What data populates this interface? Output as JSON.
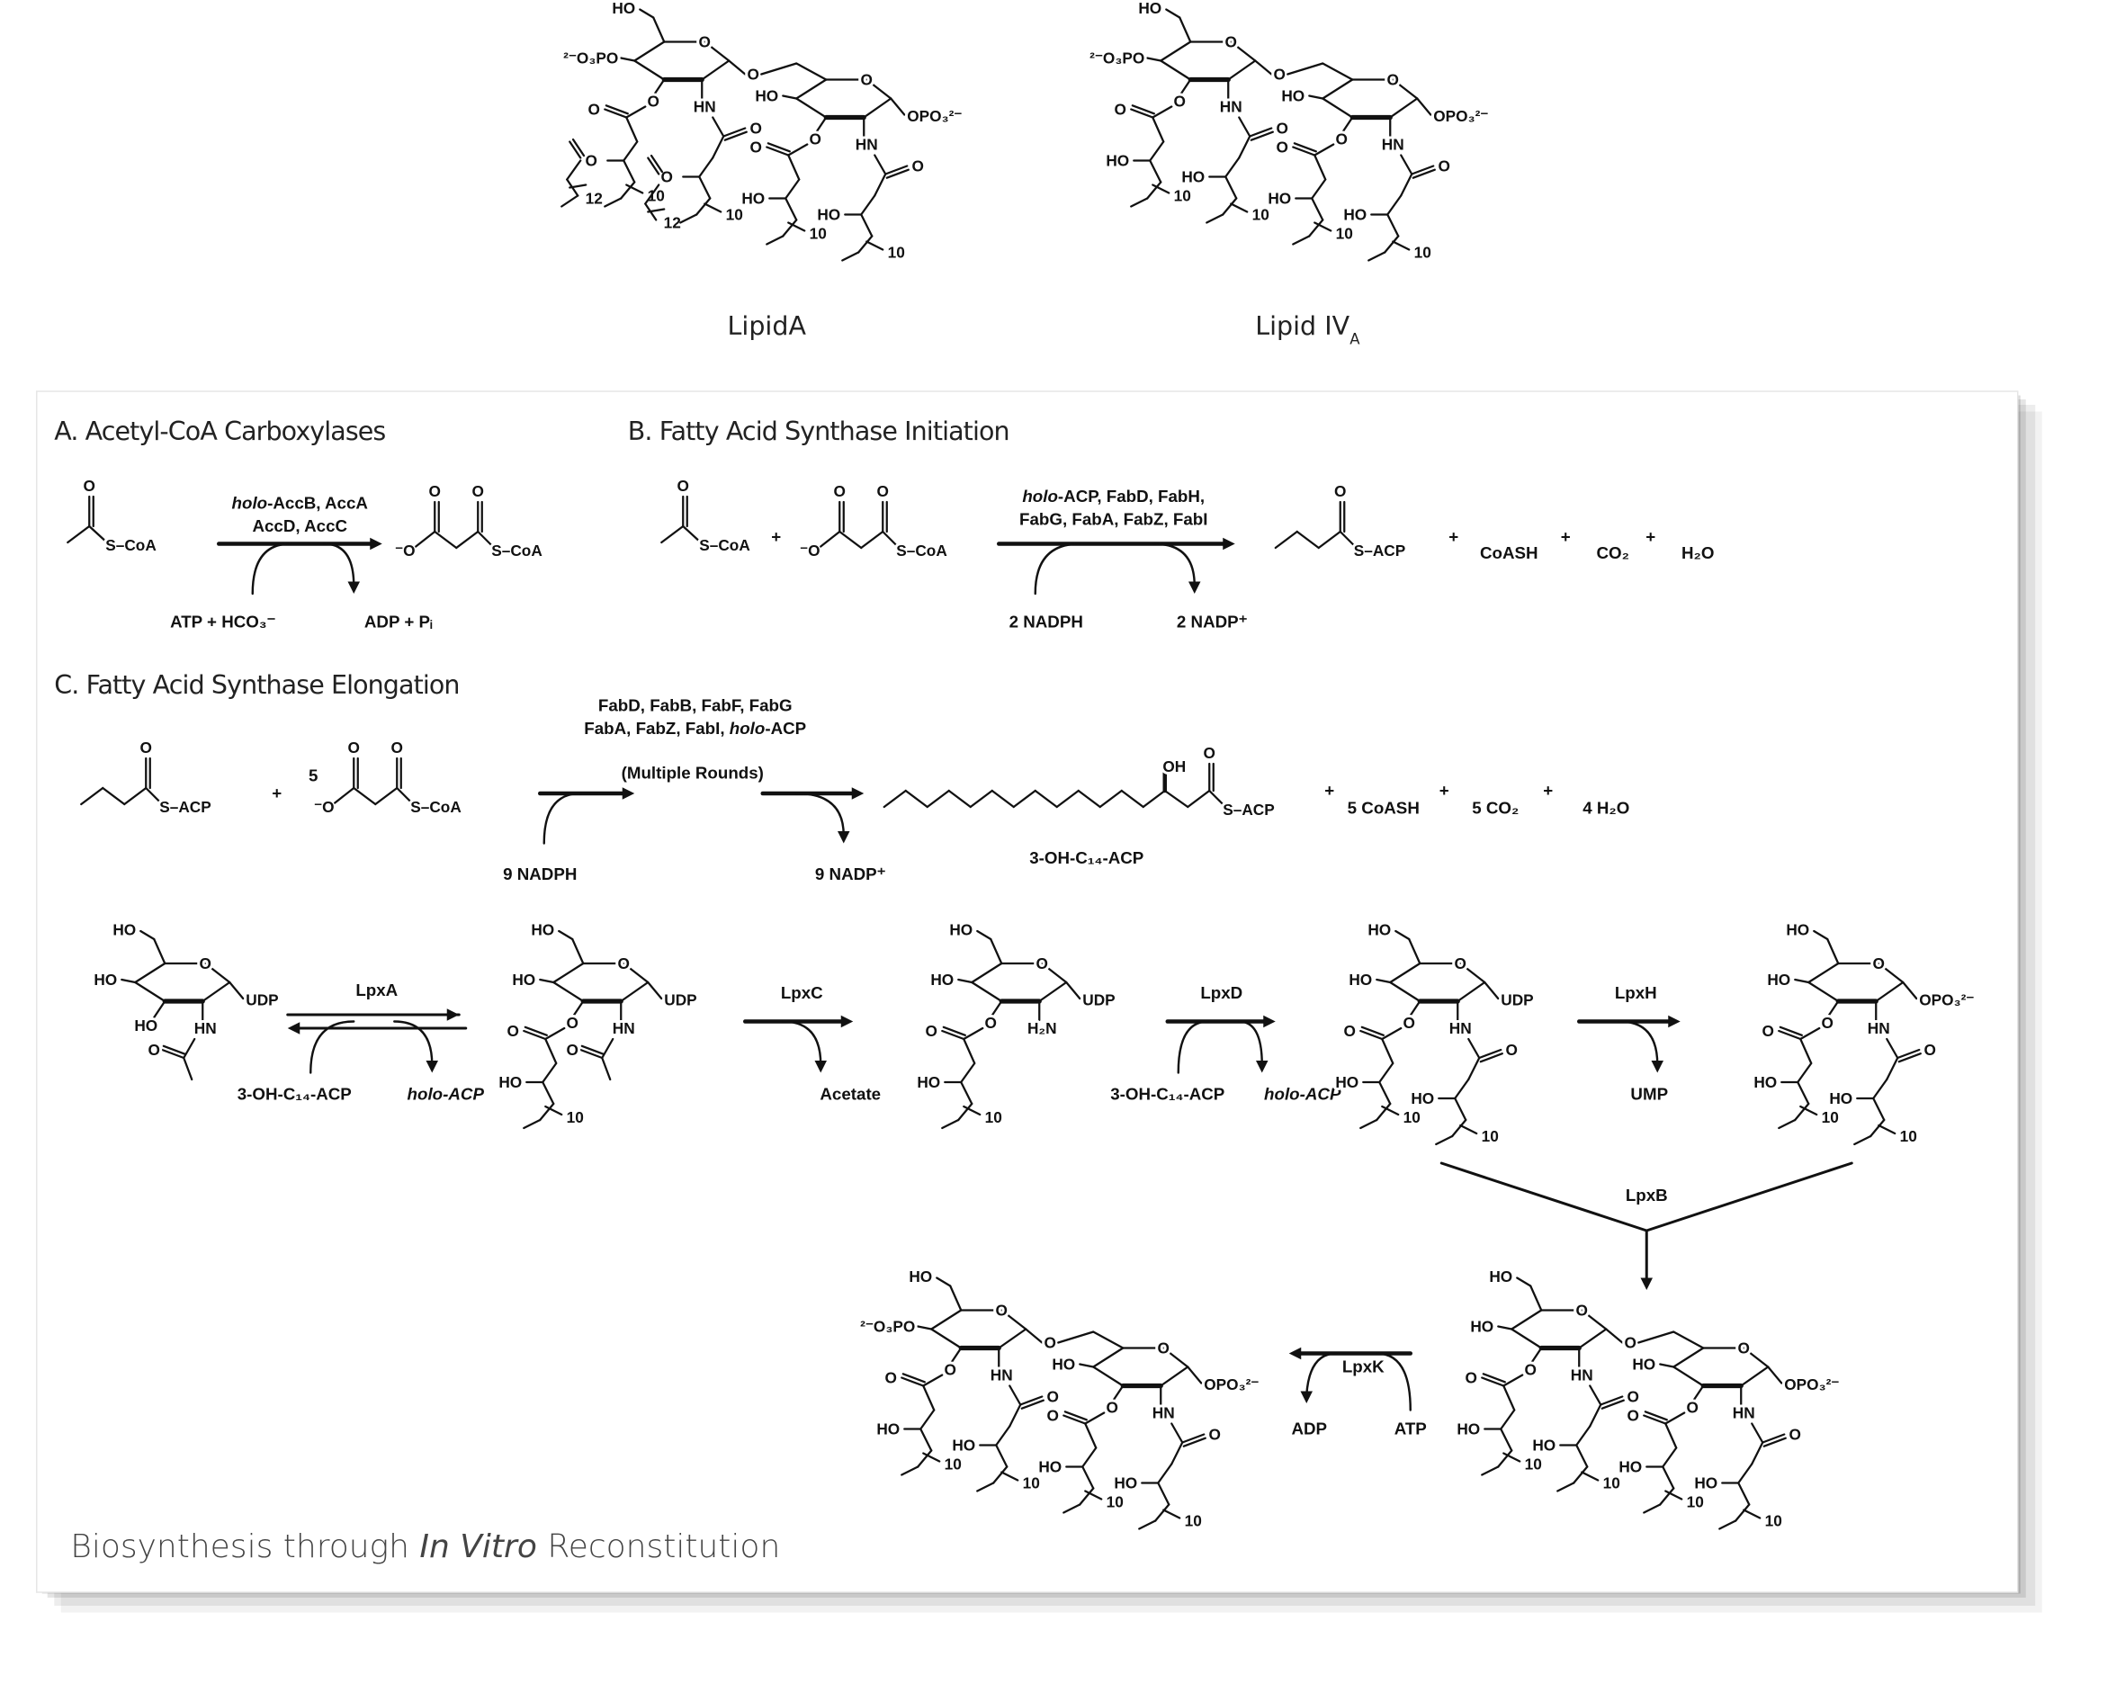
{
  "top": {
    "lipid_a_label": "LipidA",
    "lipid_iva_label": "Lipid IV",
    "lipid_iva_subscript": "A"
  },
  "sections": {
    "a_title": "A. Acetyl-CoA Carboxylases",
    "b_title": "B. Fatty Acid Synthase Initiation",
    "c_title": "C. Fatty Acid Synthase Elongation"
  },
  "reaction_a": {
    "enzymes": [
      "holo-AccB, AccA",
      "AccD, AccC"
    ],
    "cofactor_in": "ATP + HCO₃⁻",
    "cofactor_out": "ADP + Pᵢ"
  },
  "reaction_b": {
    "enzymes": [
      "holo-ACP, FabD, FabH,",
      "FabG, FabA, FabZ, FabI"
    ],
    "cofactor_in": "2 NADPH",
    "cofactor_out": "2 NADP⁺",
    "plus": "+",
    "byproducts": [
      "CoASH",
      "CO₂",
      "H₂O"
    ]
  },
  "reaction_c": {
    "enzymes": [
      "FabD, FabB, FabF, FabG",
      "FabA, FabZ, FabI, holo-ACP"
    ],
    "rounds": "(Multiple Rounds)",
    "malonyl_coefficient": "5",
    "cofactor_in": "9 NADPH",
    "cofactor_out": "9 NADP⁺",
    "product_name": "3-OH-C₁₄-ACP",
    "byproducts": [
      "5 CoASH",
      "5 CO₂",
      "4 H₂O"
    ]
  },
  "lipid_a_pathway": {
    "lpxa": {
      "enzyme": "LpxA",
      "in": "3-OH-C₁₄-ACP",
      "out": "holo-ACP"
    },
    "lpxc": {
      "enzyme": "LpxC",
      "out": "Acetate"
    },
    "lpxd": {
      "enzyme": "LpxD",
      "in": "3-OH-C₁₄-ACP",
      "out": "holo-ACP"
    },
    "lpxh": {
      "enzyme": "LpxH",
      "out": "UMP"
    },
    "lpxb": {
      "enzyme": "LpxB"
    },
    "lpxk": {
      "enzyme": "LpxK",
      "in": "ATP",
      "out": "ADP"
    }
  },
  "atoms": {
    "O": "O",
    "HO": "HO",
    "OH": "OH",
    "HN": "HN",
    "H2N": "H₂N",
    "UDP": "UDP",
    "OPO3": "OPO₃²⁻",
    "O3PO": "²⁻O₃PO",
    "n10": "10",
    "n12": "12",
    "SCoA": "S–CoA",
    "SACP": "S–ACP",
    "Ominus": "⁻O"
  },
  "footer": {
    "before": "Biosynthesis through ",
    "italic": "In Vitro",
    "after": " Reconstitution"
  }
}
